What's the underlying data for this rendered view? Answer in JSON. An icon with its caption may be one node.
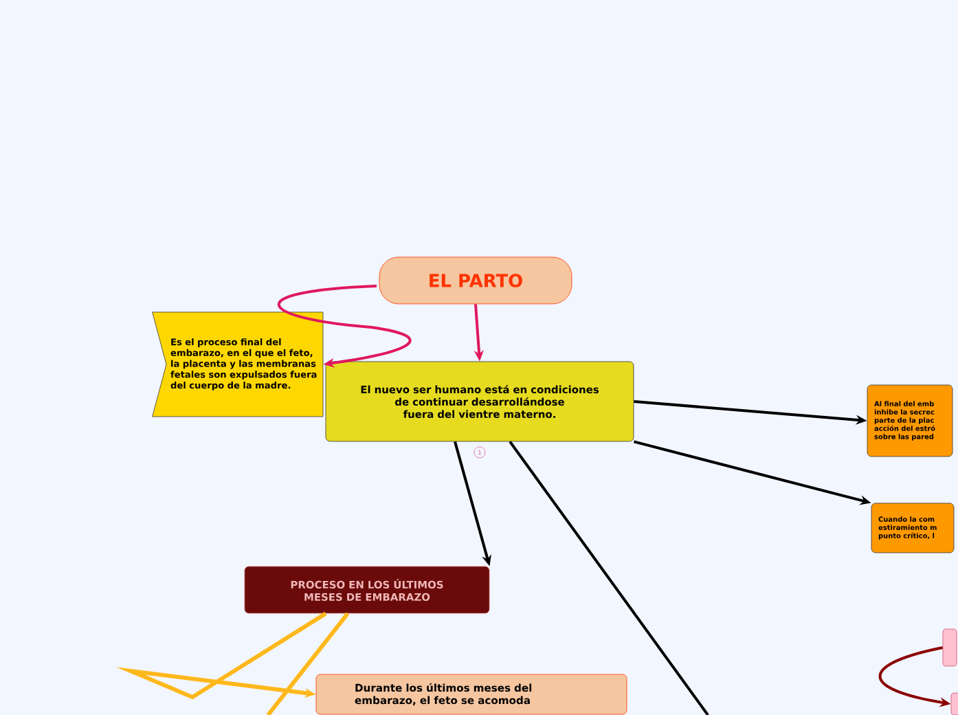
{
  "diagram": {
    "title": "EL PARTO",
    "nodes": [
      {
        "text": [
          "El nuevo ser humano está en condiciones de continuar desarrollándose fuera del vientre materno."
        ]
      },
      {
        "text": [
          "Es el proceso final del embarazo, en el que el feto, la placenta y las membranas fetales son expulsados fuera del cuerpo de la madre."
        ]
      },
      {
        "text": [
          "Al final del emb inhibe la secrec parte de la plac acción del estró sobre las pared"
        ]
      },
      {
        "text": [
          "Cuando la com estiramiento m punto crítico, l"
        ]
      },
      {
        "text": [
          "PROCESO EN LOS ÚLTIMOS MESES DE EMBARAZO"
        ]
      },
      {
        "text": [
          "Durante los últimos meses del embarazo, el feto se acomoda"
        ]
      },
      {
        "text": [],
        "shape": "box"
      },
      {
        "text": [],
        "shape": "box"
      }
    ],
    "edges": [
      {
        "from": null,
        "to": 1,
        "arrow": "to",
        "color": "#e0185f"
      },
      {
        "from": null,
        "to": 0,
        "arrow": "to",
        "color": "#e0185f"
      },
      {
        "from": 0,
        "to": 2,
        "arrow": "to"
      },
      {
        "from": 0,
        "to": 3,
        "arrow": "to"
      },
      {
        "from": 0,
        "to": 4,
        "arrow": "to"
      },
      {
        "from": 0,
        "to": null,
        "arrow": "none"
      },
      {
        "from": 4,
        "to": 5,
        "arrow": "to",
        "color": "#ffb81c"
      },
      {
        "from": 4,
        "to": null,
        "arrow": "none",
        "color": "#ffb81c"
      },
      {
        "from": 6,
        "to": 7,
        "arrow": "to",
        "color": "#8b0000"
      }
    ],
    "labels": [
      "1"
    ]
  }
}
